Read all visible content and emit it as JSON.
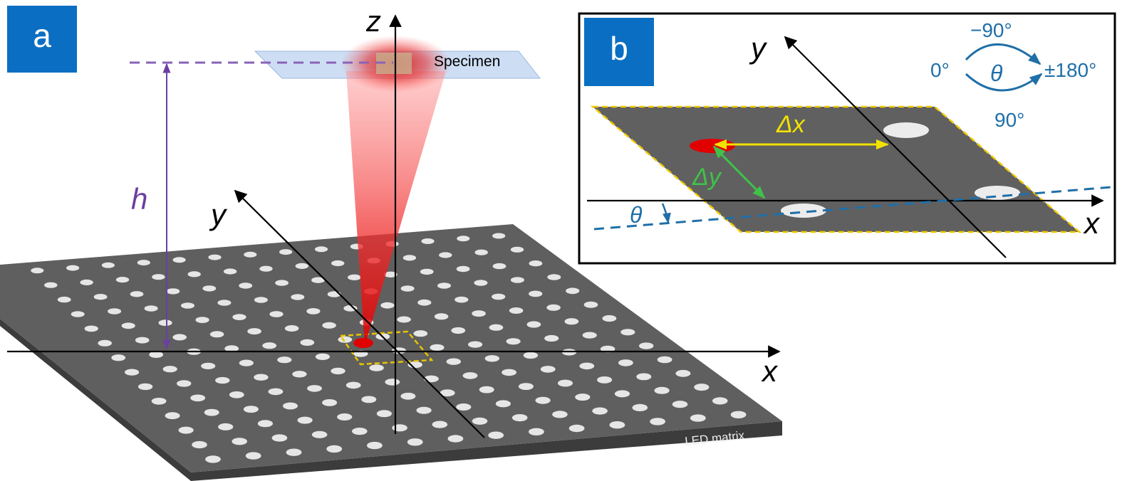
{
  "panel_a": {
    "label": "a",
    "axis_x": "x",
    "axis_y": "y",
    "axis_z": "z",
    "height_label": "h",
    "specimen_label": "Specimen",
    "led_matrix_label": "LED matrix"
  },
  "panel_b": {
    "label": "b",
    "axis_x": "x",
    "axis_y": "y",
    "dx_label": "Δx",
    "dy_label": "Δy",
    "theta_label": "θ",
    "dial": {
      "center_label": "θ",
      "top": "−90°",
      "left": "0°",
      "right": "±180°",
      "bottom": "90°"
    }
  },
  "colors": {
    "badge": "#0a6fc2",
    "matrix": "#5f5f5f",
    "purple": "#6b3fa0",
    "yellow": "#f2e200",
    "green": "#3fc24a",
    "blue_text": "#1f6fa8",
    "red": "#e01010"
  }
}
